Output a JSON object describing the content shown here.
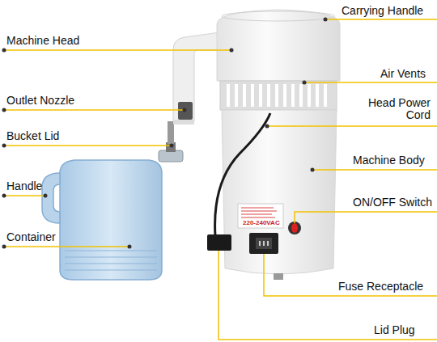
{
  "diagram": {
    "labels": [
      "Carrying Handle",
      "Machine Head",
      "Air Vents",
      "Outlet Nozzle",
      "Head Power Cord",
      "Bucket Lid",
      "Machine Body",
      "Handle",
      "ON/OFF Switch",
      "Container",
      "220-240VAC",
      "Fuse Receptacle",
      "Lid Plug"
    ]
  }
}
